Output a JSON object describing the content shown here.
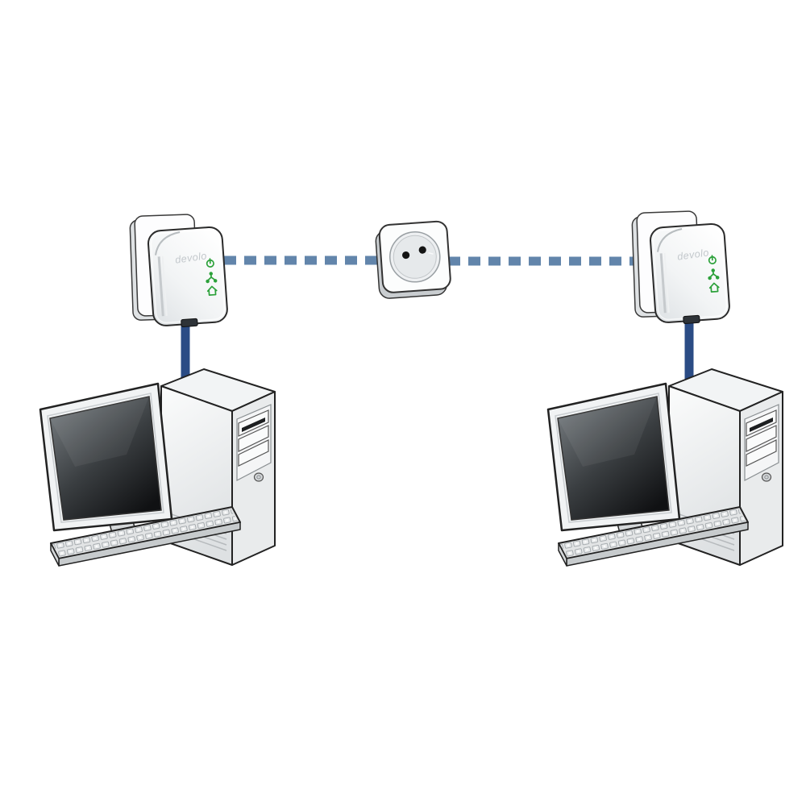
{
  "scene": {
    "description": "powerline-network-diagram",
    "left_adapter": {
      "brand_label": "devolo",
      "led_icons": [
        "power-icon",
        "data-icon",
        "home-icon"
      ]
    },
    "right_adapter": {
      "brand_label": "devolo",
      "led_icons": [
        "power-icon",
        "data-icon",
        "home-icon"
      ]
    },
    "outlet": {
      "kind": "wall-power-outlet",
      "pin_holes": 2
    },
    "computers": {
      "left": "desktop-computer",
      "right": "desktop-computer"
    },
    "colors": {
      "powerline_link": "#6285ab",
      "ethernet_cable": "#2b4c85",
      "led_green": "#2ca13a",
      "outline_dark": "#232323",
      "background": "#ffffff"
    }
  }
}
